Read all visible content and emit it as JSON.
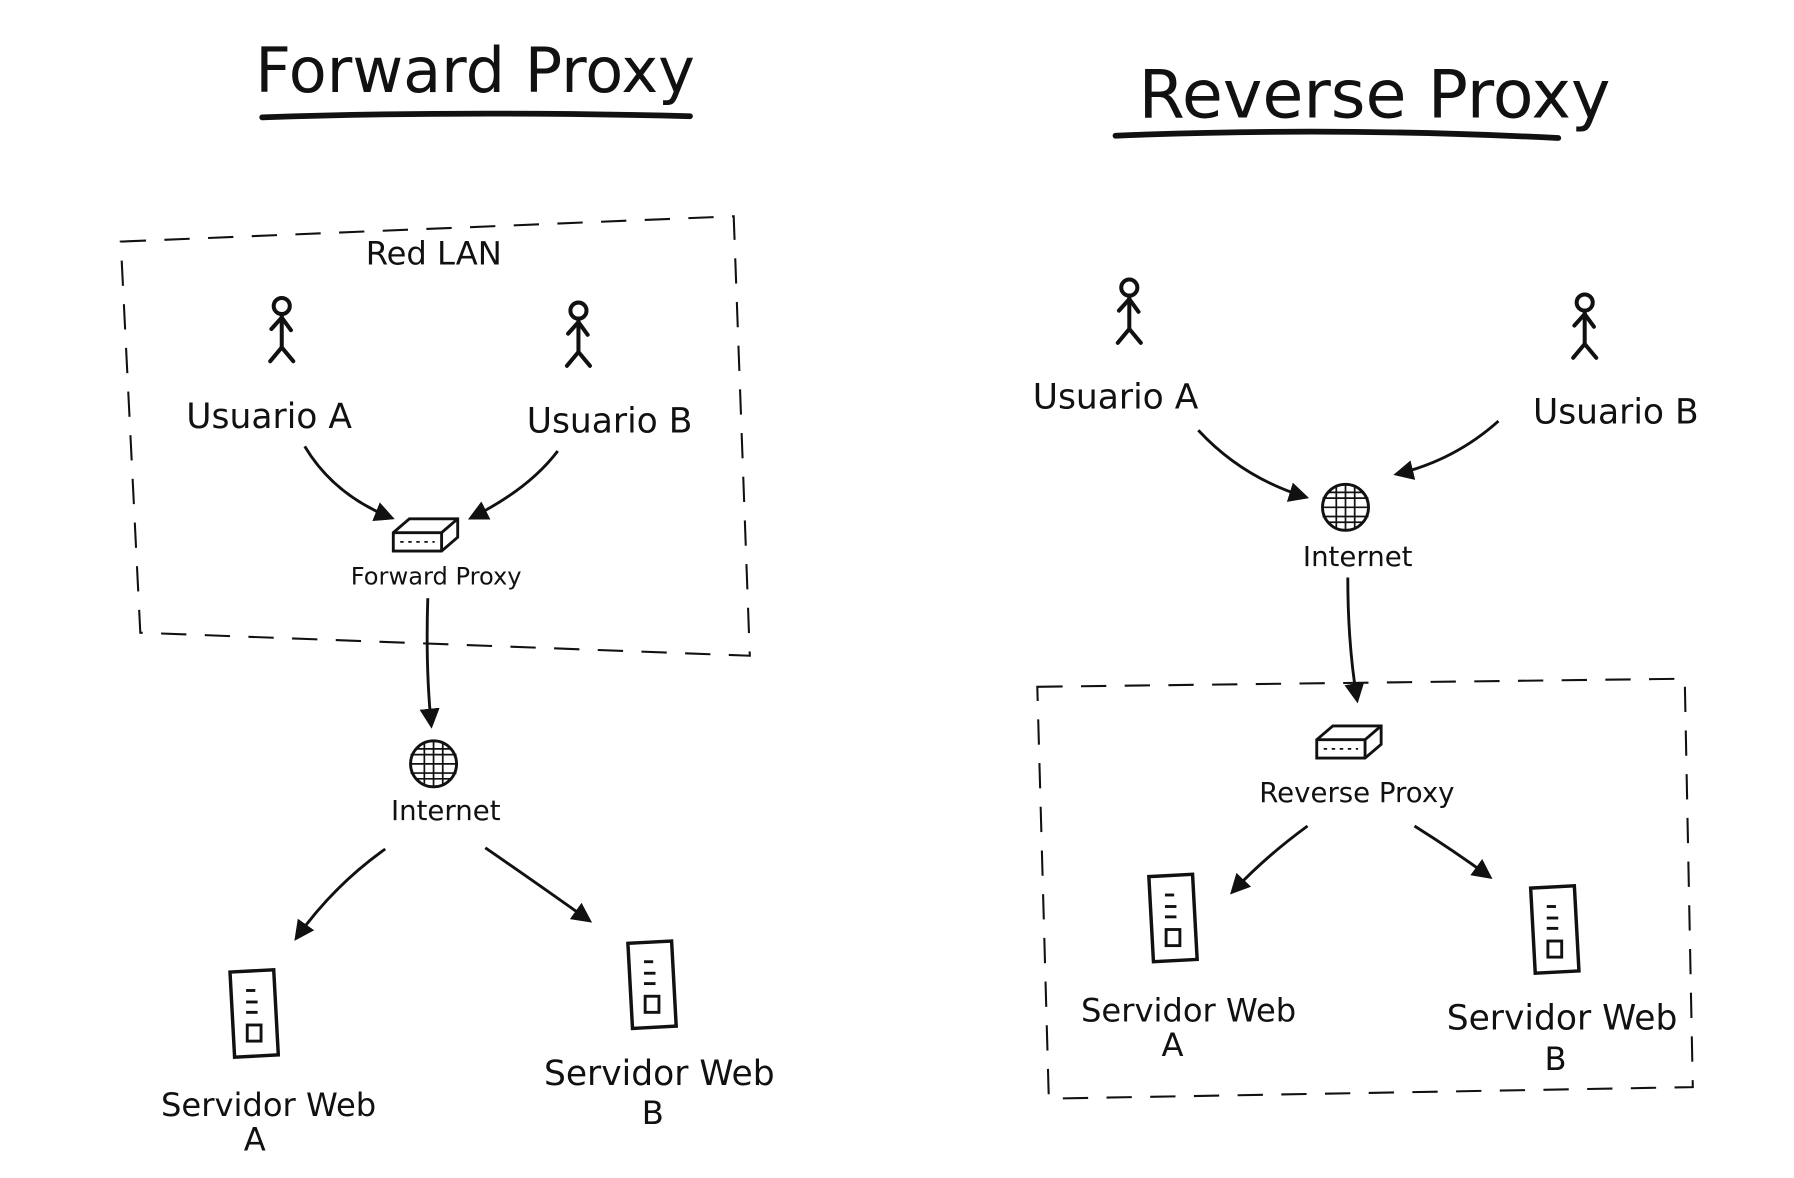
{
  "forward": {
    "title": "Forward Proxy",
    "zone_label": "Red LAN",
    "user_a": "Usuario A",
    "user_b": "Usuario B",
    "proxy_label": "Forward Proxy",
    "internet_label": "Internet",
    "server_a": [
      "Servidor Web",
      "A"
    ],
    "server_b": [
      "Servidor Web",
      "B"
    ]
  },
  "reverse": {
    "title": "Reverse Proxy",
    "user_a": "Usuario A",
    "user_b": "Usuario B",
    "internet_label": "Internet",
    "proxy_label": "Reverse Proxy",
    "server_a": [
      "Servidor Web",
      "A"
    ],
    "server_b": [
      "Servidor Web",
      "B"
    ]
  },
  "colors": {
    "ink": "#111111",
    "background": "#ffffff"
  }
}
